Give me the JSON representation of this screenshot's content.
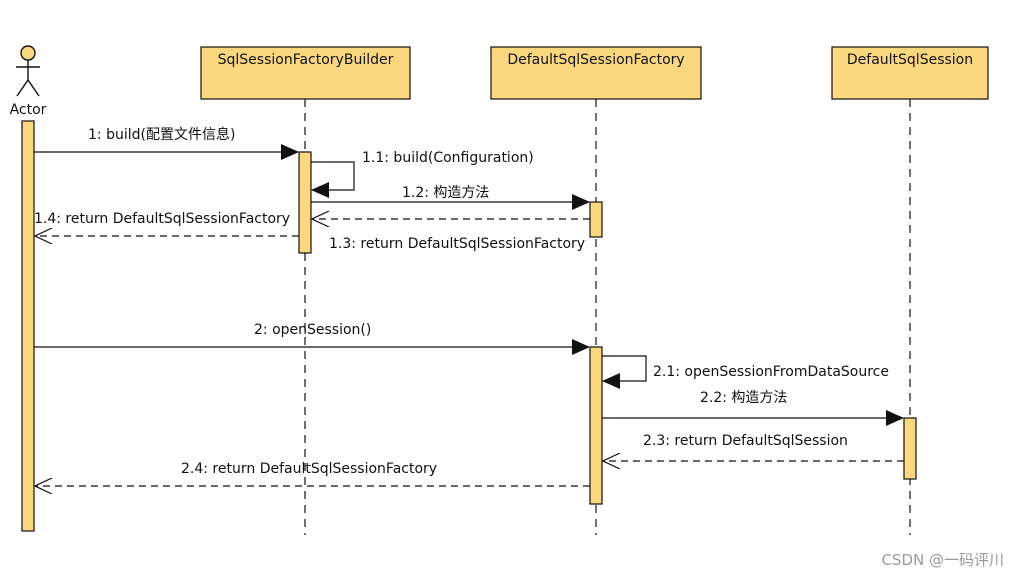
{
  "colors": {
    "box_fill": "#fbd77e",
    "stroke": "#111111",
    "watermark": "#9a9a9a"
  },
  "actor": {
    "label": "Actor"
  },
  "participants": [
    {
      "id": "builder",
      "label": "SqlSessionFactoryBuilder"
    },
    {
      "id": "factory",
      "label": "DefaultSqlSessionFactory"
    },
    {
      "id": "session",
      "label": "DefaultSqlSession"
    }
  ],
  "messages": [
    {
      "id": "m1",
      "label": "1: build(配置文件信息)"
    },
    {
      "id": "m1_1",
      "label": "1.1: build(Configuration)"
    },
    {
      "id": "m1_2",
      "label": "1.2: 构造方法"
    },
    {
      "id": "m1_3",
      "label": "1.3: return DefaultSqlSessionFactory"
    },
    {
      "id": "m1_4",
      "label": "1.4: return DefaultSqlSessionFactory"
    },
    {
      "id": "m2",
      "label": "2: openSession()"
    },
    {
      "id": "m2_1",
      "label": "2.1: openSessionFromDataSource"
    },
    {
      "id": "m2_2",
      "label": "2.2: 构造方法"
    },
    {
      "id": "m2_3",
      "label": "2.3: return DefaultSqlSession"
    },
    {
      "id": "m2_4",
      "label": "2.4: return DefaultSqlSessionFactory"
    }
  ],
  "watermark": "CSDN @一码评川"
}
